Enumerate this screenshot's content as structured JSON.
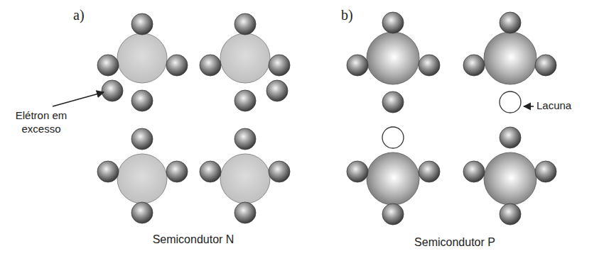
{
  "diagram": {
    "labels": [
      "a)",
      "Elétron em excesso",
      "Semicondutor N",
      "b)",
      "Lacuna",
      "Semicondutor P"
    ]
  }
}
